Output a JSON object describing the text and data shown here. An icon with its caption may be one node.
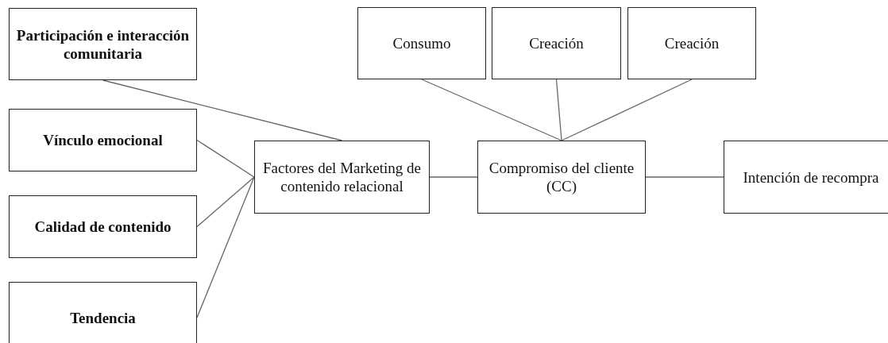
{
  "diagram": {
    "nodes": [
      {
        "text": [
          "Participación e interacción comunitaria"
        ]
      },
      {
        "text": [
          "Vínculo emocional"
        ]
      },
      {
        "text": [
          "Calidad de contenido"
        ]
      },
      {
        "text": [
          "Tendencia"
        ]
      },
      {
        "text": [
          "Factores del Marketing de contenido relacional"
        ]
      },
      {
        "text": [
          "Consumo"
        ]
      },
      {
        "text": [
          "Creación"
        ]
      },
      {
        "text": [
          "Creación"
        ]
      },
      {
        "text": [
          "Compromiso del cliente (CC)"
        ]
      },
      {
        "text": [
          "Intención de recompra"
        ]
      }
    ],
    "edges": [
      {
        "from": 0,
        "to": 4,
        "arrow": "none"
      },
      {
        "from": 1,
        "to": 4,
        "arrow": "none"
      },
      {
        "from": 2,
        "to": 4,
        "arrow": "none"
      },
      {
        "from": 3,
        "to": 4,
        "arrow": "none"
      },
      {
        "from": 5,
        "to": 8,
        "arrow": "none"
      },
      {
        "from": 6,
        "to": 8,
        "arrow": "none"
      },
      {
        "from": 7,
        "to": 8,
        "arrow": "none"
      },
      {
        "from": 4,
        "to": 8,
        "arrow": "none"
      },
      {
        "from": 8,
        "to": 9,
        "arrow": "none"
      }
    ]
  }
}
